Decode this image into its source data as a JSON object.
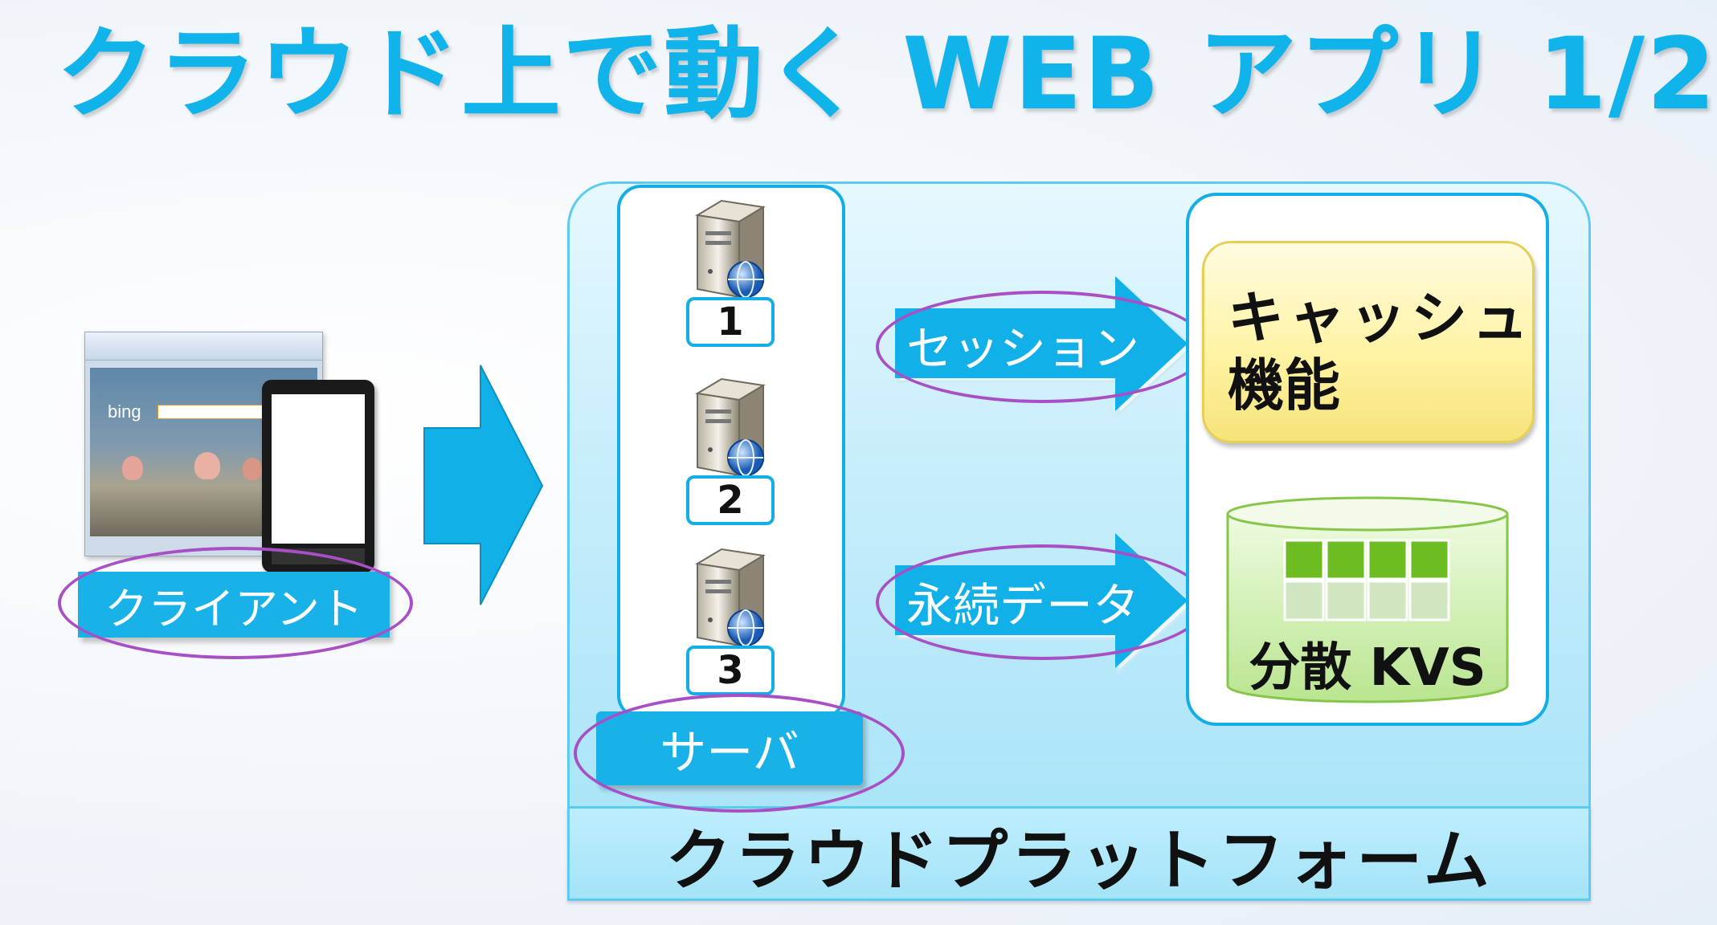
{
  "slide": {
    "title": "クラウド上で動く WEB アプリ 1/2"
  },
  "client": {
    "label": "クライアント",
    "screen_brand": "bing"
  },
  "servers": {
    "numbers": [
      "1",
      "2",
      "3"
    ],
    "label": "サーバ"
  },
  "flows": {
    "session_label": "セッション",
    "persistent_label": "永続データ"
  },
  "cache": {
    "label_line1": "キャッシュ",
    "label_line2": "機能"
  },
  "kvs": {
    "label": "分散 KVS"
  },
  "platform": {
    "label": "クラウドプラットフォーム"
  },
  "colors": {
    "accent": "#11b4ea",
    "highlight_oval": "#a84fc6",
    "cache_fill": "#fff4a8",
    "kvs_fill": "#d6f2b8",
    "kvs_block": "#6dbd22"
  }
}
